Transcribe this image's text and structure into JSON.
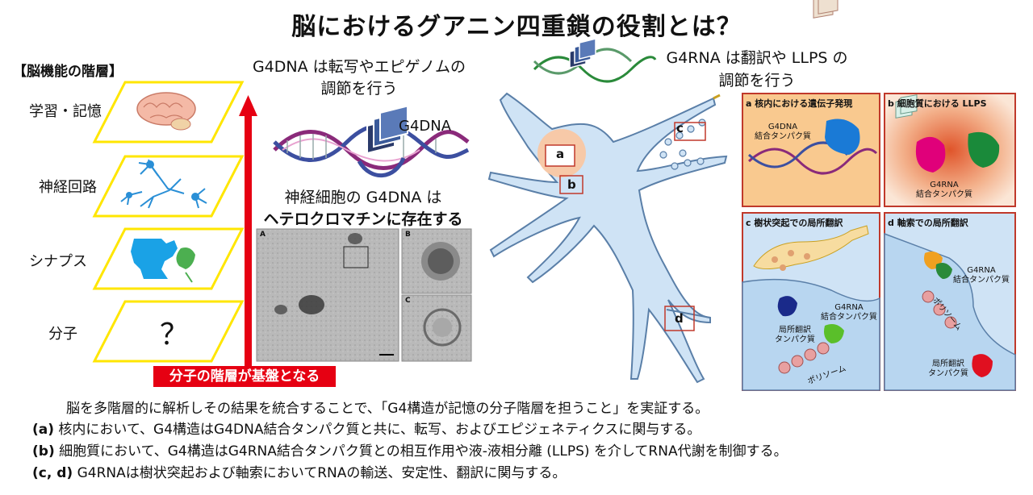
{
  "title": "脳におけるグアニン四重鎖の役割とは？",
  "hierarchy": {
    "heading": "【脳機能の階層】",
    "levels": [
      "学習・記憶",
      "神経回路",
      "シナプス",
      "分子"
    ],
    "unknown_mark": "？",
    "base_label": "分子の階層が基盤となる"
  },
  "g4dna": {
    "caption_line1": "G4DNA は転写やエピゲノムの",
    "caption_line2": "調節を行う",
    "label": "G4DNA",
    "neuron_caption_line1": "神経細胞の G4DNA は",
    "neuron_caption_line2": "ヘテロクロマチンに存在する",
    "micrograph_labels": [
      "A",
      "B",
      "C"
    ]
  },
  "g4rna": {
    "caption_line1": "G4RNA は翻訳や LLPS の",
    "caption_line2": "調節を行う"
  },
  "neuron_boxes": [
    "a",
    "b",
    "c",
    "d"
  ],
  "panels": {
    "a": {
      "title": "a 核内における遺伝子発現",
      "protein_line1": "G4DNA",
      "protein_line2": "結合タンパク質"
    },
    "b": {
      "title": "b 細胞質における LLPS",
      "protein_line1": "G4RNA",
      "protein_line2": "結合タンパク質"
    },
    "c": {
      "title": "c 樹状突起での局所翻訳",
      "protein_line1": "G4RNA",
      "protein_line2": "結合タンパク質",
      "local_line1": "局所翻訳",
      "local_line2": "タンパク質",
      "ribosome": "ポリソーム"
    },
    "d": {
      "title": "d 軸索での局所翻訳",
      "protein_line1": "G4RNA",
      "protein_line2": "結合タンパク質",
      "local_line1": "局所翻訳",
      "local_line2": "タンパク質",
      "ribosome": "ポリソーム"
    }
  },
  "summary": "脳を多階層的に解析しその結果を統合することで、「G4構造が記憶の分子階層を担うこと」を実証する。",
  "items": [
    {
      "key": "(a)",
      "text": " 核内において、G4構造はG4DNA結合タンパク質と共に、転写、およびエピジェネティクスに関与する。"
    },
    {
      "key": "(b)",
      "text": " 細胞質において、G4構造はG4RNA結合タンパク質との相互作用や液-液相分離 (LLPS) を介してRNA代謝を制御する。"
    },
    {
      "key": "(c, d)",
      "text": " G4RNAは樹状突起および軸索においてRNAの輸送、安定性、翻訳に関与する。"
    }
  ],
  "colors": {
    "accent_red": "#e60012",
    "panel_border": "#c0392b",
    "plane_yellow": "#ffe600",
    "neuron_blue": "#cfe3f5"
  }
}
